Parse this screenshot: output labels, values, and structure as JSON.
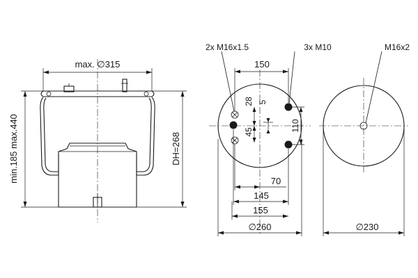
{
  "side_view": {
    "max_diameter": "max. ∅315",
    "height_range": "min.185 max.440",
    "design_height": "DH=268"
  },
  "top_view": {
    "thread_label_left": "2x M16x1.5",
    "thread_label_right": "3x M10",
    "dim_150": "150",
    "dim_28": "28",
    "dim_5": "5",
    "dim_45": "45",
    "dim_110": "110",
    "dim_70": "70",
    "dim_145": "145",
    "dim_155": "155",
    "diameter": "∅260"
  },
  "bottom_view": {
    "thread_label": "M16x2",
    "diameter": "∅230"
  }
}
